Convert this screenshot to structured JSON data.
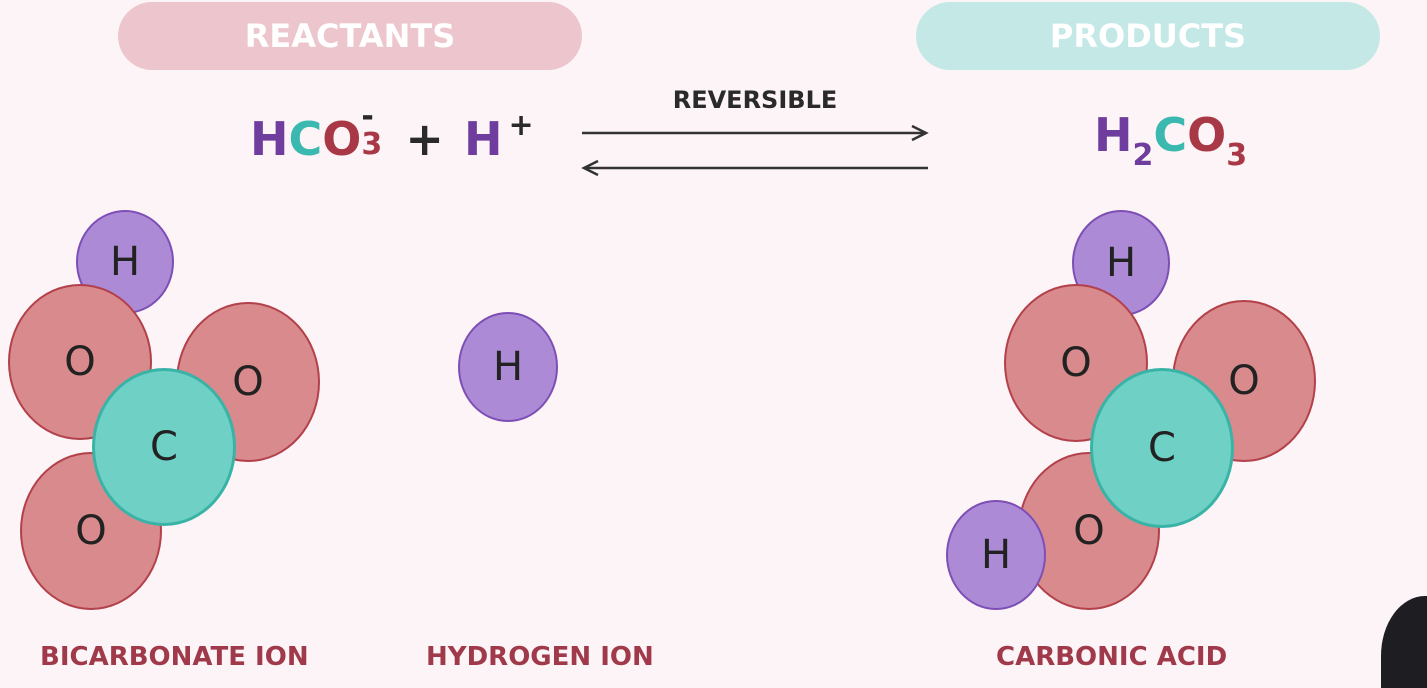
{
  "header": {
    "reactants_label": "REACTANTS",
    "products_label": "PRODUCTS"
  },
  "equation": {
    "reactant_formula": {
      "h": "H",
      "c": "C",
      "o": "O",
      "o_sub": "3",
      "charge": "-",
      "plus": "+",
      "h2": "H",
      "h2_charge": "+"
    },
    "arrow_label": "REVERSIBLE",
    "product_formula": {
      "h": "H",
      "h_sub": "2",
      "c": "C",
      "o": "O",
      "o_sub": "3"
    }
  },
  "molecules": {
    "bicarbonate": {
      "caption": "BICARBONATE ION",
      "atoms": [
        "H",
        "O",
        "O",
        "C",
        "O"
      ]
    },
    "hydrogen_ion": {
      "caption": "HYDROGEN ION",
      "atoms": [
        "H"
      ]
    },
    "carbonic_acid": {
      "caption": "CARBONIC ACID",
      "atoms": [
        "H",
        "O",
        "O",
        "C",
        "O",
        "H"
      ]
    }
  },
  "colors": {
    "hydrogen": "#6e3d9e",
    "carbon": "#3bb9b0",
    "oxygen": "#a83845",
    "caption": "#a0394a"
  }
}
